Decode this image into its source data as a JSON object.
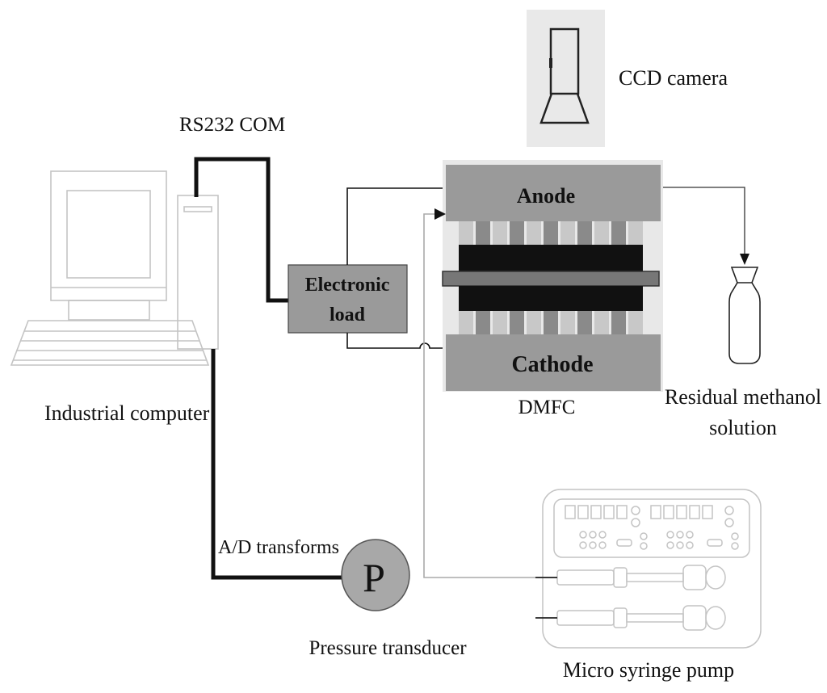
{
  "labels": {
    "ccd_camera": "CCD camera",
    "rs232": "RS232 COM",
    "electronic_load_line1": "Electronic",
    "electronic_load_line2": "load",
    "anode": "Anode",
    "cathode": "Cathode",
    "dmfc": "DMFC",
    "residual_line1": "Residual methanol",
    "residual_line2": "solution",
    "industrial_computer": "Industrial computer",
    "ad_transforms": "A/D transforms",
    "pressure_symbol": "P",
    "pressure_transducer": "Pressure transducer",
    "micro_syringe_pump": "Micro syringe pump"
  },
  "icons": {
    "computer": "computer-icon",
    "camera": "ccd-camera-icon",
    "bottle": "bottle-icon",
    "pump": "syringe-pump-icon"
  },
  "colors": {
    "thick_line": "#111111",
    "thin_line": "#333333",
    "gray_line": "#aaaaaa",
    "electrode_fill": "#9a9a9a",
    "dmfc_background": "#e8e8e8",
    "membrane_fill": "#111111",
    "pressure_fill": "#a8a8a8",
    "outline_light": "#c4c4c4"
  }
}
